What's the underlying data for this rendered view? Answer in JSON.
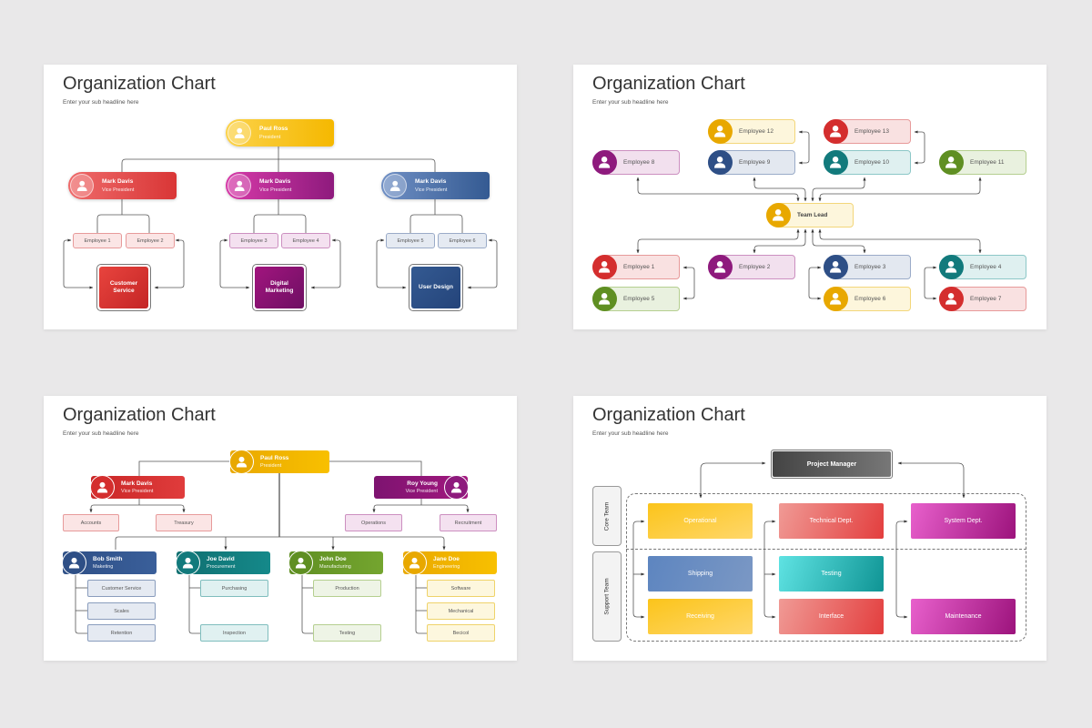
{
  "page": {
    "background": "#e9e8e9"
  },
  "colors": {
    "red": "#d93636",
    "magenta": "#a3187f",
    "blue": "#345a92",
    "yellow": "#f5b800",
    "teal": "#12807f",
    "green": "#6a9a2a",
    "purple": "#8e1a7d",
    "gray": "#555555"
  },
  "slide1": {
    "title": "Organization Chart",
    "subtitle": "Enter your sub headline here",
    "president": {
      "name": "Paul Ross",
      "role": "President"
    },
    "vps": [
      {
        "name": "Mark Davis",
        "role": "Vice President"
      },
      {
        "name": "Mark Davis",
        "role": "Vice President"
      },
      {
        "name": "Mark Davis",
        "role": "Vice President"
      }
    ],
    "employees": [
      "Employee 1",
      "Employee 2",
      "Employee 3",
      "Employee 4",
      "Employee 5",
      "Employee 6"
    ],
    "departments": [
      "Customer Service",
      "Digital Marketing",
      "User Design"
    ]
  },
  "slide2": {
    "title": "Organization Chart",
    "subtitle": "Enter your sub headline here",
    "team_lead": "Team Lead",
    "employees": [
      "Employee 1",
      "Employee 2",
      "Employee 3",
      "Employee 4",
      "Employee 5",
      "Employee 6",
      "Employee 7",
      "Employee 8",
      "Employee 9",
      "Employee 10",
      "Employee 11",
      "Employee 12",
      "Employee 13"
    ]
  },
  "slide3": {
    "title": "Organization Chart",
    "subtitle": "Enter your sub headline here",
    "president": {
      "name": "Paul Ross",
      "role": "President"
    },
    "vps": [
      {
        "name": "Mark Davis",
        "role": "Vice President"
      },
      {
        "name": "Roy Young",
        "role": "Vice President"
      }
    ],
    "vp_units": [
      "Accounts",
      "Treasury",
      "Operations",
      "Recruitment"
    ],
    "managers": [
      {
        "name": "Bob Smith",
        "dept": "Maketing",
        "units": [
          "Customer Service",
          "Scales",
          "Retention"
        ]
      },
      {
        "name": "Joe David",
        "dept": "Procurement",
        "units": [
          "Purchasing",
          "Inspection"
        ]
      },
      {
        "name": "John Doe",
        "dept": "Manufacturing",
        "units": [
          "Production",
          "Testing"
        ]
      },
      {
        "name": "Jane Doe",
        "dept": "Engineering",
        "units": [
          "Software",
          "Mechanical",
          "Becicol"
        ]
      }
    ]
  },
  "slide4": {
    "title": "Organization Chart",
    "subtitle": "Enter your sub headline here",
    "project_manager": "Project Manager",
    "core_team": "Core Team",
    "support_team": "Support Team",
    "core": [
      "Operational",
      "Technical Dept.",
      "System Dept."
    ],
    "support": [
      "Shipping",
      "Testing",
      "Receiving",
      "Interface",
      "Maintenance"
    ]
  }
}
